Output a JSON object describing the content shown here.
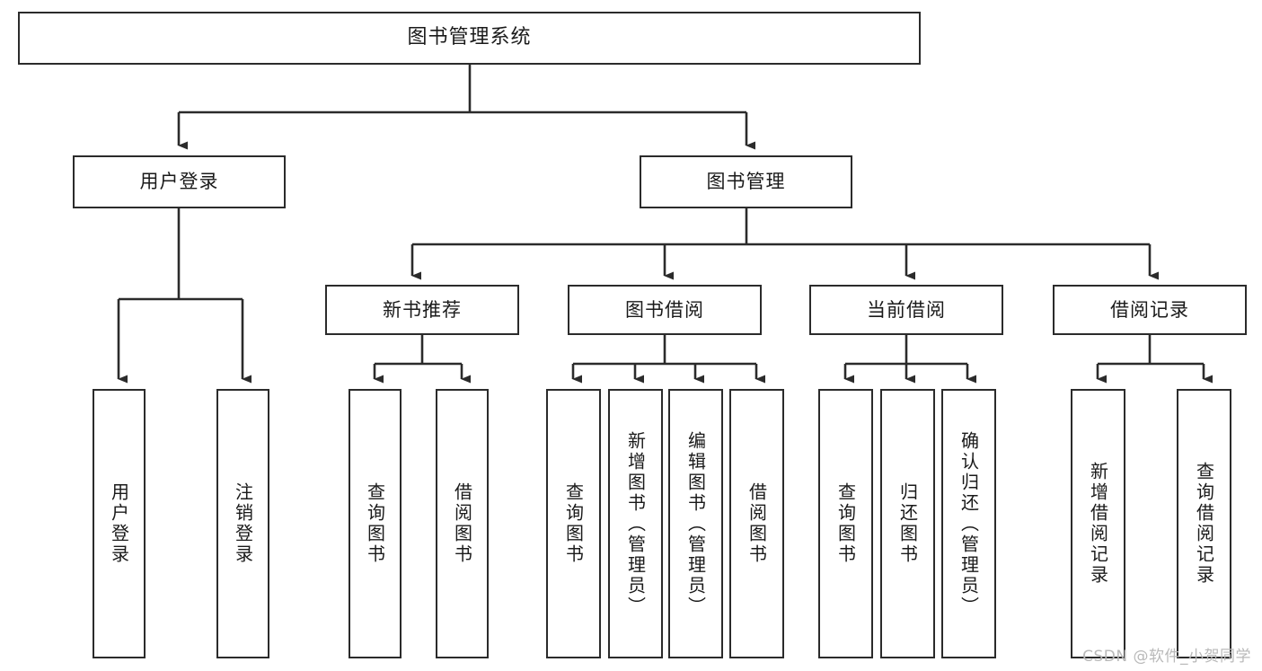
{
  "diagram": {
    "type": "tree",
    "title": "图书管理系统",
    "orientation": "top-down",
    "colors": {
      "box_border": "#2b2b2b",
      "box_fill": "#ffffff",
      "connector": "#2b2b2b",
      "text": "#1a1a1a",
      "watermark": "#b9b9b9",
      "background": "#ffffff"
    }
  },
  "nodes": {
    "root": {
      "label": "图书管理系统"
    },
    "level2": [
      {
        "label": "用户登录"
      },
      {
        "label": "图书管理"
      }
    ],
    "level3": [
      {
        "label": "新书推荐"
      },
      {
        "label": "图书借阅"
      },
      {
        "label": "当前借阅"
      },
      {
        "label": "借阅记录"
      }
    ],
    "leaves": {
      "user_login": [
        {
          "label": "用户登录"
        },
        {
          "label": "注销登录"
        }
      ],
      "new_book_recommend": [
        {
          "label": "查询图书"
        },
        {
          "label": "借阅图书"
        }
      ],
      "book_borrow": [
        {
          "label": "查询图书"
        },
        {
          "label": "新增图书（管理员）"
        },
        {
          "label": "编辑图书（管理员）"
        },
        {
          "label": "借阅图书"
        }
      ],
      "current_borrow": [
        {
          "label": "查询图书"
        },
        {
          "label": "归还图书"
        },
        {
          "label": "确认归还（管理员）"
        }
      ],
      "borrow_record": [
        {
          "label": "新增借阅记录"
        },
        {
          "label": "查询借阅记录"
        }
      ]
    }
  },
  "watermark": {
    "text": "CSDN @软件_小贺同学"
  }
}
